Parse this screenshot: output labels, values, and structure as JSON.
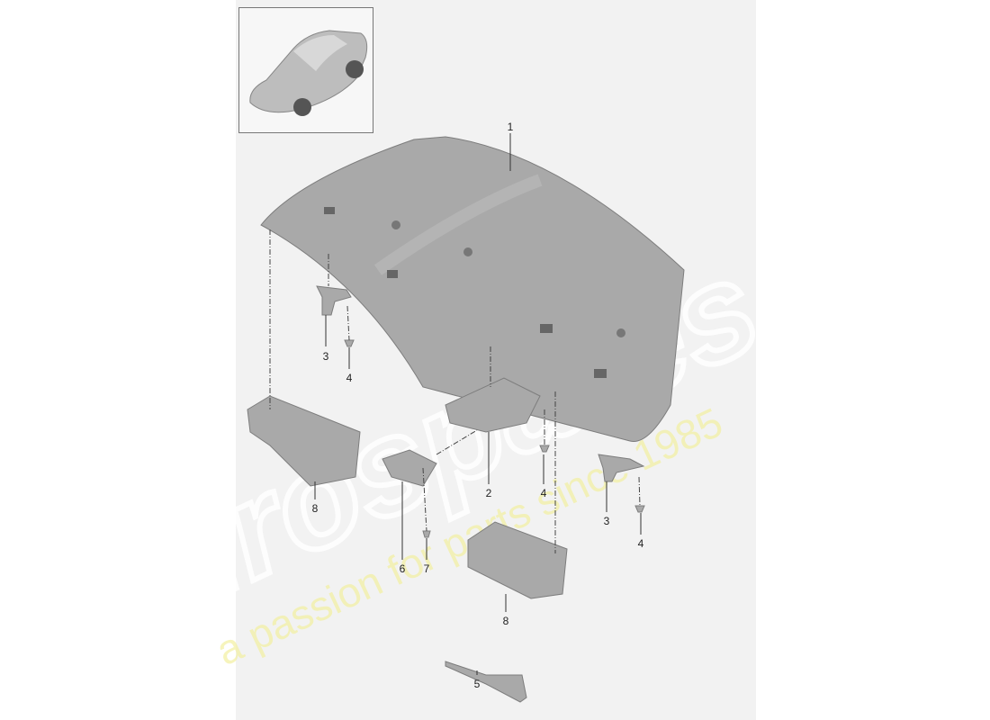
{
  "diagram": {
    "callouts": [
      {
        "label": "1",
        "part": "roof-lining"
      },
      {
        "label": "2",
        "part": "lock"
      },
      {
        "label": "3",
        "part": "bracket-left"
      },
      {
        "label": "4",
        "part": "screw-left"
      },
      {
        "label": "4",
        "part": "screw-center"
      },
      {
        "label": "8",
        "part": "foam-block-left"
      },
      {
        "label": "3",
        "part": "bracket-right"
      },
      {
        "label": "4",
        "part": "screw-right"
      },
      {
        "label": "6",
        "part": "latch"
      },
      {
        "label": "7",
        "part": "screw-latch"
      },
      {
        "label": "8",
        "part": "foam-block-center"
      },
      {
        "label": "5",
        "part": "cable"
      }
    ]
  },
  "watermark": {
    "brand": "eurospares",
    "tagline": "a passion for parts since 1985"
  },
  "colors": {
    "part": "#a9a9a9",
    "part_dark": "#7d7d7d",
    "panel": "#f2f2f2",
    "tagline": "#f3f0a0"
  }
}
